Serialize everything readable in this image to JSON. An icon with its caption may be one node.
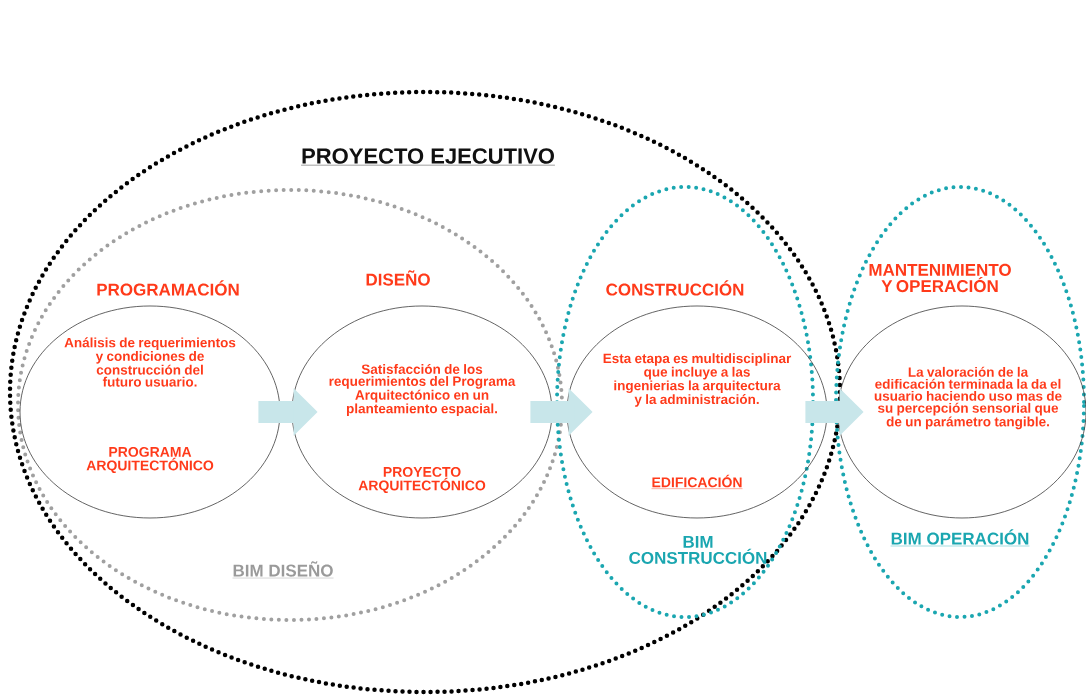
{
  "diagram": {
    "nodes": [
      {
        "text": [
          "PROYECTO EJECUTIVO"
        ]
      },
      {
        "text": [
          "BIM DISEÑO"
        ],
        "in": 0
      },
      {
        "text": [
          "PROGRAMACIÓN",
          "Análisis de requerimientos y condiciones de construcción del futuro usuario.",
          "PROGRAMA ARQUITECTÓNICO"
        ],
        "in": 1
      },
      {
        "text": [
          "DISEÑO",
          "Satisfacción de los requerimientos del Programa Arquitectónico en un planteamiento espacial.",
          "PROYECTO ARQUITECTÓNICO"
        ],
        "in": 1
      },
      {
        "text": [
          "BIM CONSTRUCCIÓN"
        ],
        "in": 0
      },
      {
        "text": [
          "CONSTRUCCIÓN",
          "Esta etapa es multidisciplinar que incluye a las ingenierias la arquitectura y la administración.",
          "EDIFICACIÓN"
        ],
        "in": 4
      },
      {
        "text": [
          "BIM OPERACIÓN"
        ]
      },
      {
        "text": [
          "MANTENIMIENTO Y OPERACIÓN",
          "La valoración de la edificación terminada la da el usuario haciendo uso mas de su percepción sensorial que de un parámetro tangible."
        ],
        "in": 6
      }
    ],
    "edges": [
      {
        "from": 2,
        "to": 3,
        "arrow": "to"
      },
      {
        "from": 3,
        "to": 5,
        "arrow": "to"
      },
      {
        "from": 5,
        "to": 7,
        "arrow": "to"
      }
    ]
  }
}
